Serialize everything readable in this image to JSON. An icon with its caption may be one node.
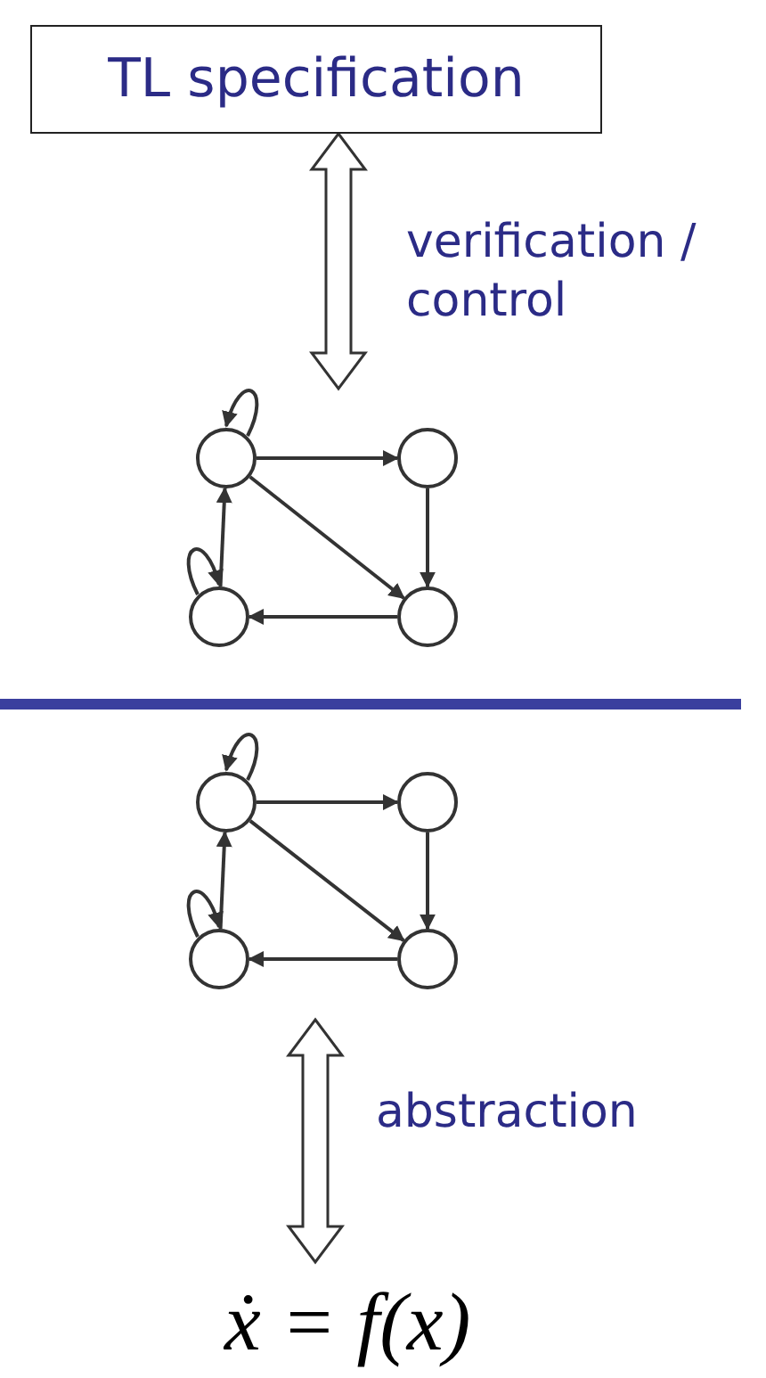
{
  "diagram": {
    "nodes": [
      {
        "text": [
          "TL specification"
        ]
      },
      {
        "text": [],
        "shape": "circle"
      },
      {
        "text": [],
        "shape": "circle"
      },
      {
        "text": [],
        "shape": "circle"
      },
      {
        "text": [],
        "shape": "circle"
      },
      {
        "text": [],
        "shape": "circle"
      },
      {
        "text": [],
        "shape": "circle"
      },
      {
        "text": [],
        "shape": "circle"
      },
      {
        "text": [],
        "shape": "circle"
      },
      {
        "text": [
          "ẋ = f(x)"
        ]
      }
    ],
    "edges": [
      {
        "from": 0,
        "to": null,
        "arrow": "both",
        "label": "verification / control",
        "style": "thick"
      },
      {
        "from": 1,
        "to": 1,
        "arrow": "to"
      },
      {
        "from": 1,
        "to": 2,
        "arrow": "to"
      },
      {
        "from": 1,
        "to": 4,
        "arrow": "to"
      },
      {
        "from": 2,
        "to": 4,
        "arrow": "to"
      },
      {
        "from": 4,
        "to": 3,
        "arrow": "to"
      },
      {
        "from": 3,
        "to": 1,
        "arrow": "to"
      },
      {
        "from": 3,
        "to": 3,
        "arrow": "to"
      },
      {
        "from": 5,
        "to": 5,
        "arrow": "to"
      },
      {
        "from": 5,
        "to": 6,
        "arrow": "to"
      },
      {
        "from": 5,
        "to": 8,
        "arrow": "to"
      },
      {
        "from": 6,
        "to": 8,
        "arrow": "to"
      },
      {
        "from": 8,
        "to": 7,
        "arrow": "to"
      },
      {
        "from": 7,
        "to": 5,
        "arrow": "to"
      },
      {
        "from": 7,
        "to": 7,
        "arrow": "to"
      },
      {
        "from": null,
        "to": 9,
        "arrow": "both",
        "label": "abstraction",
        "style": "thick"
      }
    ]
  }
}
